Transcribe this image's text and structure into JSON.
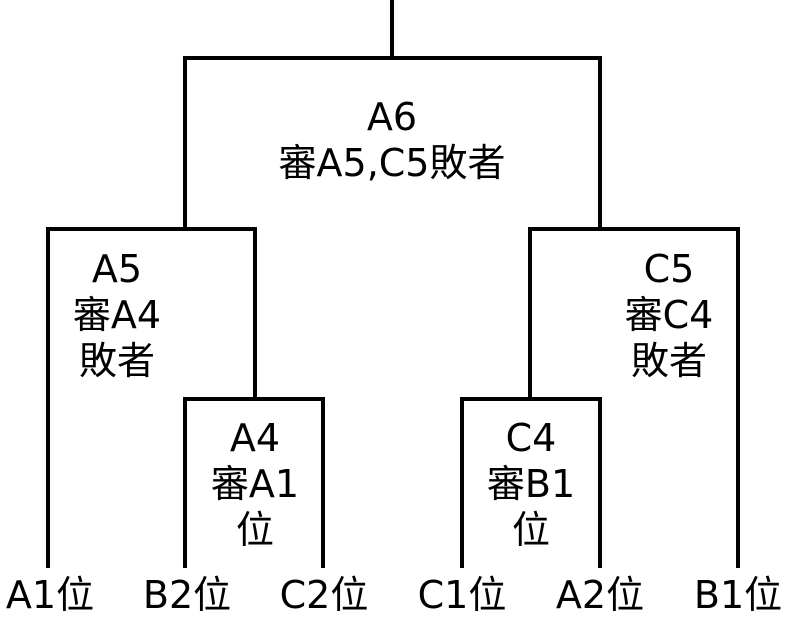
{
  "matches": {
    "a6": {
      "id": "A6",
      "referee": "審A5,C5敗者"
    },
    "a5": {
      "id": "A5",
      "referee": "審A4",
      "referee2": "敗者"
    },
    "c5": {
      "id": "C5",
      "referee": "審C4",
      "referee2": "敗者"
    },
    "a4": {
      "id": "A4",
      "referee": "審A1",
      "referee2": "位"
    },
    "c4": {
      "id": "C4",
      "referee": "審B1",
      "referee2": "位"
    }
  },
  "teams": [
    "A1位",
    "B2位",
    "C2位",
    "C1位",
    "A2位",
    "B1位"
  ],
  "colors": {
    "line": "#000000",
    "text": "#000000",
    "background": "#ffffff"
  }
}
